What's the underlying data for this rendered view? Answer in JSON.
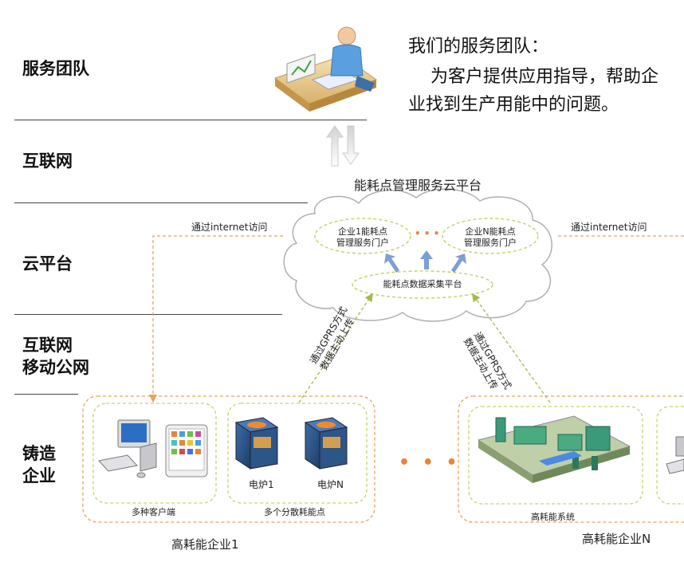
{
  "layers": {
    "service_team": "服务团队",
    "internet_top": "互联网",
    "cloud_platform": "云平台",
    "internet_mobile_line1": "互联网",
    "internet_mobile_line2": "移动公网",
    "casting_line1": "铸造",
    "casting_line2": "企业"
  },
  "intro": {
    "title": "我们的服务团队：",
    "body_line1": "为客户提供应用指导，帮助企",
    "body_line2": "业找到生产用能中的问题。"
  },
  "cloud": {
    "title": "能耗点管理服务云平台",
    "portal_1_line1": "企业1能耗点",
    "portal_1_line2": "管理服务门户",
    "portal_ellipsis": "• • •",
    "portal_n_line1": "企业N能耗点",
    "portal_n_line2": "管理服务门户",
    "collector": "能耗点数据采集平台"
  },
  "links": {
    "internet_access_left": "通过internet访问",
    "internet_access_right": "通过internet访问",
    "gprs_left_line1": "通过GPRS方式",
    "gprs_left_line2": "数据主动上传",
    "gprs_right_line1": "通过GPRS方式",
    "gprs_right_line2": "数据主动上传"
  },
  "enterprise_1": {
    "name": "高耗能企业1",
    "clients_caption": "多种客户端",
    "points_caption": "多个分散耗能点",
    "furnace_1": "电炉1",
    "furnace_n": "电炉N"
  },
  "enterprise_n": {
    "name": "高耗能企业N",
    "system_caption": "高耗能系统"
  },
  "between_ellipsis": "• • •",
  "colors": {
    "dashed_orange": "#e8a35a",
    "dashed_green": "#c9d36a",
    "arrow_blue": "#7a9fd6",
    "cloud_stroke": "#b0b0b0"
  }
}
